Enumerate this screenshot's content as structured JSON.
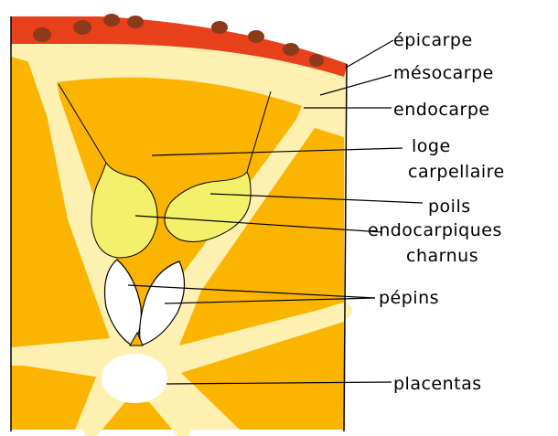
{
  "labels": {
    "epicarpe": "épicarpe",
    "mesocarpe": "mésocarpe",
    "endocarpe": "endocarpe",
    "loge_line1": "loge",
    "loge_line2": "carpellaire",
    "poils_line1": "poils",
    "poils_line2": "endocarpiques",
    "poils_line3": "charnus",
    "pepins": "pépins",
    "placentas": "placentas"
  },
  "colors": {
    "epicarp": "#e8401a",
    "oil_glands": "#8b3a1a",
    "mesocarp": "#fdf0b0",
    "segment_pulp": "#fbb400",
    "juice_vesicles": "#f5f06a",
    "seeds": "#ffffff",
    "outline": "#000000"
  }
}
